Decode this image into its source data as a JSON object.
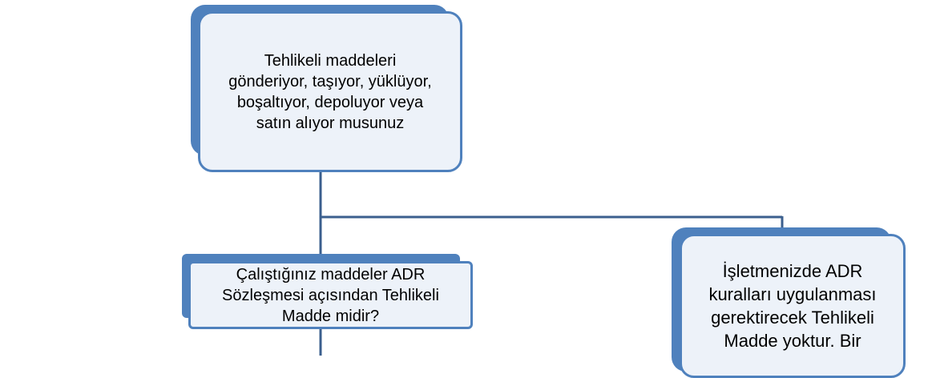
{
  "diagram": {
    "colors": {
      "accent": "#4f81bd",
      "node_fill": "#edf2f9",
      "connector": "#3b5f8e"
    },
    "nodes": {
      "top": {
        "text": "Tehlikeli maddeleri\ngönderiyor, taşıyor, yüklüyor,\nboşaltıyor, depoluyor veya\nsatın alıyor musunuz"
      },
      "left": {
        "text": "Çalıştığınız maddeler ADR\nSözleşmesi açısından Tehlikeli\nMadde midir?"
      },
      "right": {
        "text": "İşletmenizde ADR\nkuralları uygulanması\ngerektirecek Tehlikeli\nMadde yoktur. Bir"
      }
    }
  }
}
